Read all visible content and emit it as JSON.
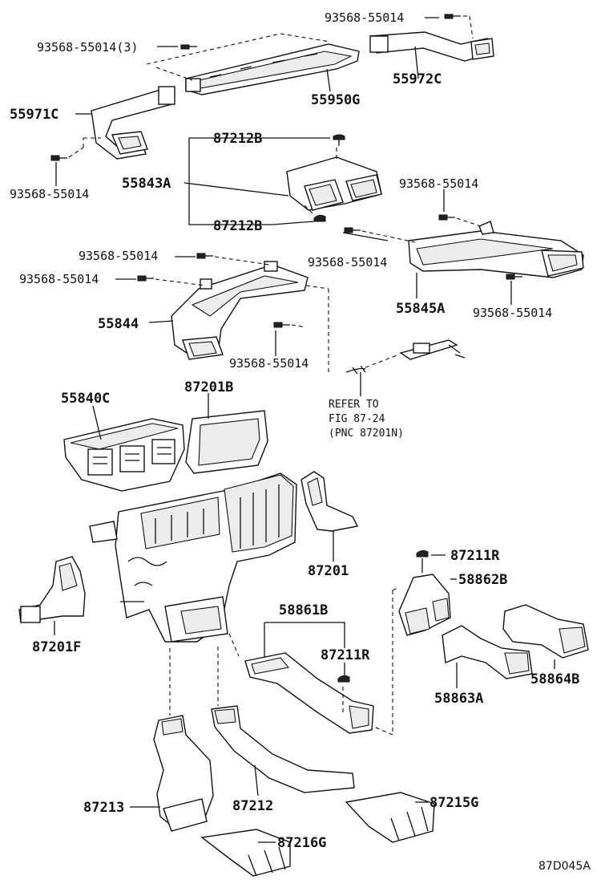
{
  "figure_code": "87D045A",
  "refer_note": {
    "line1": "REFER TO",
    "line2": "FIG 87-24",
    "line3": "(PNC 87201N)"
  },
  "labels": {
    "screw_top_right": "93568-55014",
    "screw_top_left_qty": "93568-55014(3)",
    "duct_55972c": "55972C",
    "duct_55950g": "55950G",
    "duct_55971c": "55971C",
    "screw_left_upper": "93568-55014",
    "clip_87212b_top": "87212B",
    "duct_55843a": "55843A",
    "clip_87212b_bottom": "87212B",
    "screw_right_mid_top": "93568-55014",
    "screw_right_mid_left": "93568-55014",
    "screw_left_mid_1": "93568-55014",
    "screw_left_mid_2": "93568-55014",
    "duct_55845a": "55845A",
    "screw_right_mid_bottom": "93568-55014",
    "duct_55844": "55844",
    "screw_center_mid": "93568-55014",
    "register_55840c": "55840C",
    "case_87201b": "87201B",
    "unit_87201": "87201",
    "duct_87201f": "87201F",
    "clip_87211r_top": "87211R",
    "duct_58862b": "58862B",
    "duct_58861b": "58861B",
    "clip_87211r_mid": "87211R",
    "duct_58863a": "58863A",
    "duct_58864b": "58864B",
    "duct_87213": "87213",
    "duct_87212": "87212",
    "duct_87215g": "87215G",
    "duct_87216g": "87216G"
  }
}
